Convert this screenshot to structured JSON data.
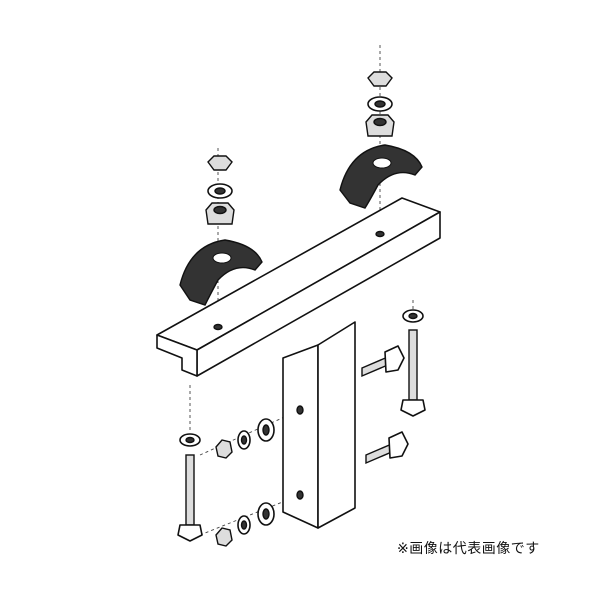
{
  "caption": {
    "note": "※画像は代表画像です"
  },
  "diagram": {
    "subject": "exploded-view-of-t-bracket-mounting-hardware",
    "parts": [
      "angle-bar",
      "vertical-post",
      "saddle-clamp",
      "hex-nut",
      "washer",
      "spring-washer",
      "threaded-rod",
      "hex-bolt"
    ]
  }
}
